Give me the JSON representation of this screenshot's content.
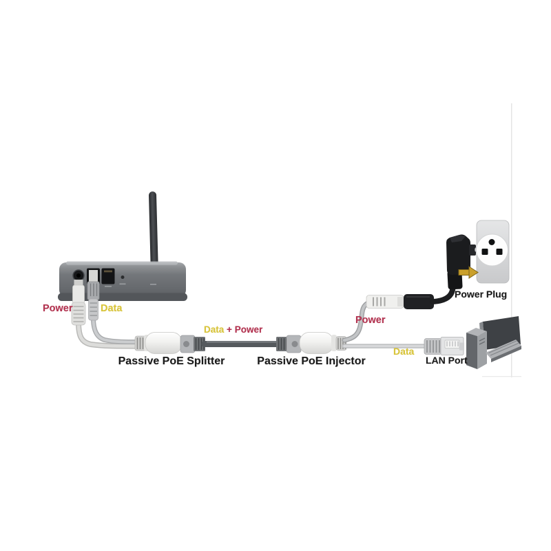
{
  "labels": {
    "router_power": "Power",
    "router_data": "Data",
    "splitter": "Passive PoE Splitter",
    "link_data": "Data",
    "link_plus": "+",
    "link_power": "Power",
    "injector": "Passive PoE Injector",
    "injector_power": "Power",
    "power_plug": "Power Plug",
    "lan_data": "Data",
    "lan_port": "LAN Port"
  },
  "colors": {
    "power_label": "#b23350",
    "data_label": "#d9c53a",
    "section_label": "#1b1b1b",
    "arrow": "#caa02c",
    "poe_cable": "#55595d",
    "device_body": "#f1f1ef"
  },
  "icons": {
    "router": "wireless-router-icon",
    "antenna": "antenna-icon",
    "splitter": "poe-splitter-device",
    "injector": "poe-injector-device",
    "wall_outlet": "wall-outlet-icon",
    "power_adapter": "power-adapter-icon",
    "plug_arrow": "arrow-right-icon",
    "computer": "computer-icon",
    "lan_connector": "rj45-connector-icon"
  }
}
